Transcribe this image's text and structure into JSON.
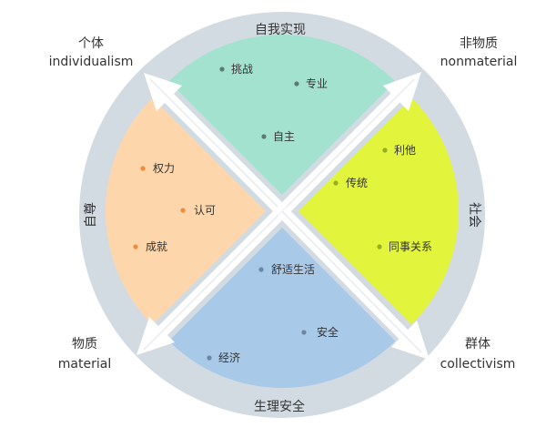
{
  "colors": {
    "ring": "#d3dbe2",
    "self_actualization": "#a2e2cf",
    "esteem": "#fdd6ac",
    "social": "#e2f43c",
    "physiological": "#a9c9e8",
    "dot_self_actualization": "#5b7b72",
    "dot_esteem": "#f08a3c",
    "dot_social": "#98ae22",
    "dot_physiological": "#6c87a2"
  },
  "corners": {
    "top_left": {
      "zh": "个体",
      "en": "individualism"
    },
    "top_right": {
      "zh": "非物质",
      "en": "nonmaterial"
    },
    "bottom_left": {
      "zh": "物质",
      "en": "material"
    },
    "bottom_right": {
      "zh": "群体",
      "en": "collectivism"
    }
  },
  "quadrants": {
    "top": {
      "label": "自我实现",
      "items": [
        "挑战",
        "专业",
        "自主"
      ]
    },
    "right": {
      "label": "社会",
      "items": [
        "利他",
        "传统",
        "同事关系"
      ]
    },
    "bottom": {
      "label": "生理安全",
      "items": [
        "舒适生活",
        "安全",
        "经济"
      ]
    },
    "left": {
      "label": "自尊",
      "items": [
        "权力",
        "认可",
        "成就"
      ]
    }
  }
}
